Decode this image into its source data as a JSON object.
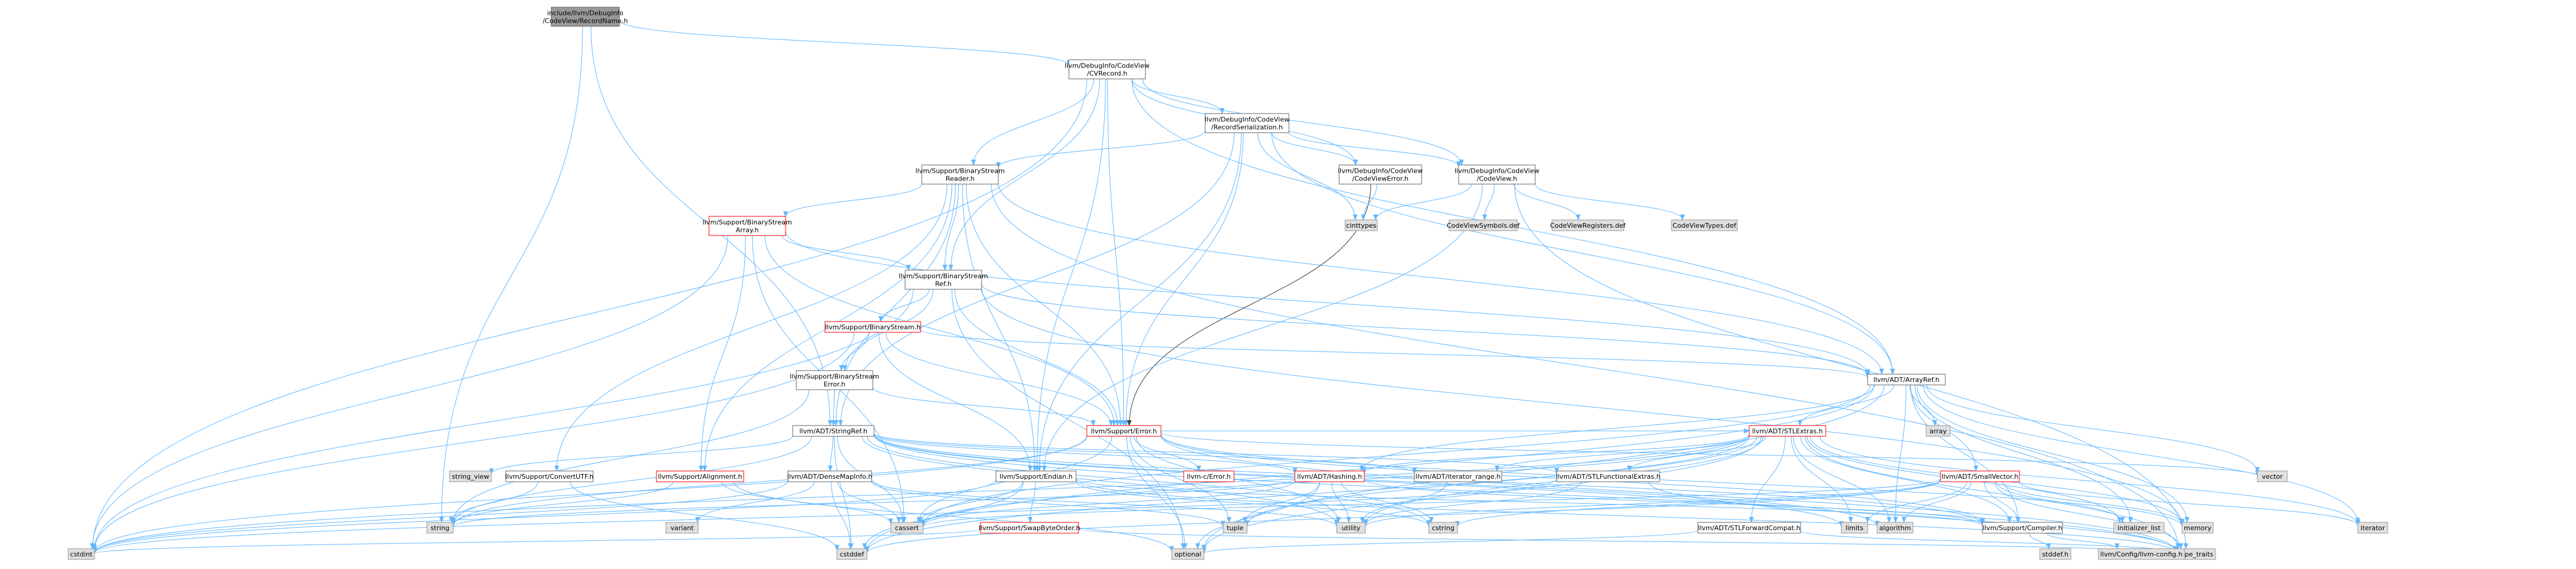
{
  "colors": {
    "root_fill": "#999999",
    "node_fill": "#ffffff",
    "node_border": "#666666",
    "missing_fill": "#e0e0e0",
    "missing_border": "#999999",
    "red_border": "#ff0000",
    "text": "#000000",
    "edge_blue": "#63b8ff",
    "edge_dark": "#404040"
  },
  "nodes": [
    {
      "id": "root",
      "lines": [
        "include/llvm/DebugInfo",
        "/CodeView/RecordName.h"
      ],
      "style": "root"
    },
    {
      "id": "cvrecord",
      "lines": [
        "llvm/DebugInfo/CodeView",
        "/CVRecord.h"
      ],
      "style": "normal"
    },
    {
      "id": "recser",
      "lines": [
        "llvm/DebugInfo/CodeView",
        "/RecordSerialization.h"
      ],
      "style": "normal"
    },
    {
      "id": "bsreader",
      "lines": [
        "llvm/Support/BinaryStream",
        "Reader.h"
      ],
      "style": "normal"
    },
    {
      "id": "cverror",
      "lines": [
        "llvm/DebugInfo/CodeView",
        "/CodeViewError.h"
      ],
      "style": "normal"
    },
    {
      "id": "codeview",
      "lines": [
        "llvm/DebugInfo/CodeView",
        "/CodeView.h"
      ],
      "style": "normal"
    },
    {
      "id": "bsarray",
      "lines": [
        "llvm/Support/BinaryStream",
        "Array.h"
      ],
      "style": "red"
    },
    {
      "id": "cinttypes",
      "lines": [
        "cinttypes"
      ],
      "style": "missing"
    },
    {
      "id": "cvsymdef",
      "lines": [
        "CodeViewSymbols.def"
      ],
      "style": "missing"
    },
    {
      "id": "cvregdef",
      "lines": [
        "CodeViewRegisters.def"
      ],
      "style": "missing"
    },
    {
      "id": "cvtypesdef",
      "lines": [
        "CodeViewTypes.def"
      ],
      "style": "missing"
    },
    {
      "id": "bsref",
      "lines": [
        "llvm/Support/BinaryStream",
        "Ref.h"
      ],
      "style": "normal"
    },
    {
      "id": "bstream",
      "lines": [
        "llvm/Support/BinaryStream.h"
      ],
      "style": "red"
    },
    {
      "id": "bserror",
      "lines": [
        "llvm/Support/BinaryStream",
        "Error.h"
      ],
      "style": "normal"
    },
    {
      "id": "arrayref",
      "lines": [
        "llvm/ADT/ArrayRef.h"
      ],
      "style": "normal"
    },
    {
      "id": "error",
      "lines": [
        "llvm/Support/Error.h"
      ],
      "style": "red"
    },
    {
      "id": "stringref",
      "lines": [
        "llvm/ADT/StringRef.h"
      ],
      "style": "normal"
    },
    {
      "id": "stlextras",
      "lines": [
        "llvm/ADT/STLExtras.h"
      ],
      "style": "red"
    },
    {
      "id": "array",
      "lines": [
        "array"
      ],
      "style": "missing"
    },
    {
      "id": "vector",
      "lines": [
        "vector"
      ],
      "style": "missing"
    },
    {
      "id": "stringview",
      "lines": [
        "string_view"
      ],
      "style": "missing"
    },
    {
      "id": "convutf",
      "lines": [
        "llvm/Support/ConvertUTF.h"
      ],
      "style": "normal"
    },
    {
      "id": "alignment",
      "lines": [
        "llvm/Support/Alignment.h"
      ],
      "style": "red"
    },
    {
      "id": "densemapinfo",
      "lines": [
        "llvm/ADT/DenseMapInfo.h"
      ],
      "style": "normal"
    },
    {
      "id": "endian",
      "lines": [
        "llvm/Support/Endian.h"
      ],
      "style": "normal"
    },
    {
      "id": "cerrorh",
      "lines": [
        "llvm-c/Error.h"
      ],
      "style": "red"
    },
    {
      "id": "hashing",
      "lines": [
        "llvm/ADT/Hashing.h"
      ],
      "style": "red"
    },
    {
      "id": "iterrange",
      "lines": [
        "llvm/ADT/iterator_range.h"
      ],
      "style": "normal"
    },
    {
      "id": "stlfunc",
      "lines": [
        "llvm/ADT/STLFunctionalExtras.h"
      ],
      "style": "normal"
    },
    {
      "id": "smallvector",
      "lines": [
        "llvm/ADT/SmallVector.h"
      ],
      "style": "red"
    },
    {
      "id": "string",
      "lines": [
        "string"
      ],
      "style": "missing"
    },
    {
      "id": "variant",
      "lines": [
        "variant"
      ],
      "style": "missing"
    },
    {
      "id": "cassert",
      "lines": [
        "cassert"
      ],
      "style": "missing"
    },
    {
      "id": "swapbyte",
      "lines": [
        "llvm/Support/SwapByteOrder.h"
      ],
      "style": "red"
    },
    {
      "id": "tuple",
      "lines": [
        "tuple"
      ],
      "style": "missing"
    },
    {
      "id": "utility",
      "lines": [
        "utility"
      ],
      "style": "missing"
    },
    {
      "id": "cstring",
      "lines": [
        "cstring"
      ],
      "style": "missing"
    },
    {
      "id": "stlfwdcompat",
      "lines": [
        "llvm/ADT/STLForwardCompat.h"
      ],
      "style": "normal"
    },
    {
      "id": "limits",
      "lines": [
        "limits"
      ],
      "style": "missing"
    },
    {
      "id": "algorithm",
      "lines": [
        "algorithm"
      ],
      "style": "missing"
    },
    {
      "id": "compiler",
      "lines": [
        "llvm/Support/Compiler.h"
      ],
      "style": "normal"
    },
    {
      "id": "initlist",
      "lines": [
        "initializer_list"
      ],
      "style": "missing"
    },
    {
      "id": "memory",
      "lines": [
        "memory"
      ],
      "style": "missing"
    },
    {
      "id": "iterator",
      "lines": [
        "iterator"
      ],
      "style": "missing"
    },
    {
      "id": "cstdint",
      "lines": [
        "cstdint"
      ],
      "style": "missing"
    },
    {
      "id": "cstddef",
      "lines": [
        "cstddef"
      ],
      "style": "missing"
    },
    {
      "id": "optional",
      "lines": [
        "optional"
      ],
      "style": "missing"
    },
    {
      "id": "typetraits",
      "lines": [
        "type_traits"
      ],
      "style": "missing"
    },
    {
      "id": "stddef",
      "lines": [
        "stddef.h"
      ],
      "style": "missing"
    },
    {
      "id": "llvmconfig",
      "lines": [
        "llvm/Config/llvm-config.h"
      ],
      "style": "missing"
    }
  ]
}
